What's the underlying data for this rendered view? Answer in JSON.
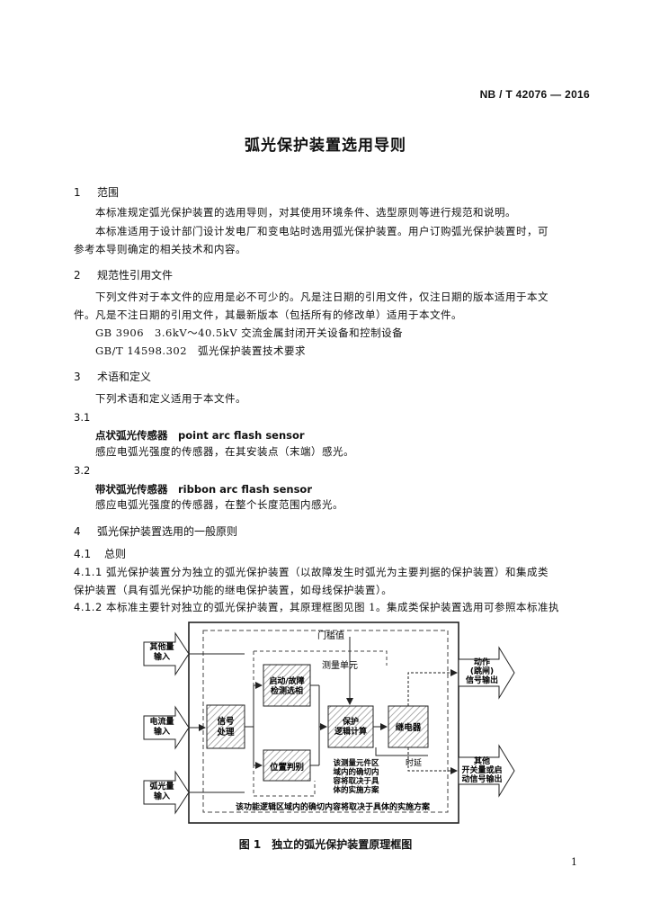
{
  "header": {
    "standard_no": "NB / T 42076 — 2016"
  },
  "doc_title": "弧光保护装置选用导则",
  "sections": {
    "s1": {
      "num": "1",
      "heading": "范围",
      "p1": "本标准规定弧光保护装置的选用导则，对其使用环境条件、选型原则等进行规范和说明。",
      "p2a": "本标准适用于设计部门设计发电厂和变电站时选用弧光保护装置。用户订购弧光保护装置时，可",
      "p2b": "参考本导则确定的相关技术和内容。"
    },
    "s2": {
      "num": "2",
      "heading": "规范性引用文件",
      "p1a": "下列文件对于本文件的应用是必不可少的。凡是注日期的引用文件，仅注日期的版本适用于本文",
      "p1b": "件。凡是不注日期的引用文件，其最新版本（包括所有的修改单）适用于本文件。",
      "ref1": "GB 3906　3.6kV～40.5kV 交流金属封闭开关设备和控制设备",
      "ref2": "GB/T 14598.302　弧光保护装置技术要求"
    },
    "s3": {
      "num": "3",
      "heading": "术语和定义",
      "p1": "下列术语和定义适用于本文件。",
      "t1_num": "3.1",
      "t1_term": "点状弧光传感器　point arc flash sensor",
      "t1_def": "感应电弧光强度的传感器，在其安装点（末端）感光。",
      "t2_num": "3.2",
      "t2_term": "带状弧光传感器　ribbon arc flash sensor",
      "t2_def": "感应电弧光强度的传感器，在整个长度范围内感光。"
    },
    "s4": {
      "num": "4",
      "heading": "弧光保护装置选用的一般原则",
      "sub_num": "4.1",
      "sub_heading": "总则",
      "c1_num": "4.1.1",
      "c1a": "弧光保护装置分为独立的弧光保护装置（以故障发生时弧光为主要判据的保护装置）和集成类",
      "c1b": "保护装置（具有弧光保护功能的继电保护装置，如母线保护装置）。",
      "c2_num": "4.1.2",
      "c2a": "本标准主要针对独立的弧光保护装置，其原理框图见图 1。集成类保护装置选用可参照本标准执"
    }
  },
  "figure": {
    "inputs": [
      "其他量\n输入",
      "电流量\n输入",
      "弧光量\n输入"
    ],
    "outputs": [
      "动作\n(跳闸)\n信号输出",
      "其他\n开关量或启\n动信号输出"
    ],
    "threshold_label": "门槛值",
    "measure_unit_label": "测量单元",
    "blocks": {
      "signal": "信号\n处理",
      "start": "启动/故障\n检测选相",
      "position": "位置判别",
      "protect": "保护\n逻辑计算",
      "relay": "继电器"
    },
    "delay_label": "时延",
    "note_inner": "该测量元件区\n域内的确切内\n容将取决于具\n体的实施方案",
    "note_outer": "该功能逻辑区域内的确切内容将取决于具体的实施方案",
    "caption": "图 1　独立的弧光保护装置原理框图"
  },
  "page_number": "1"
}
